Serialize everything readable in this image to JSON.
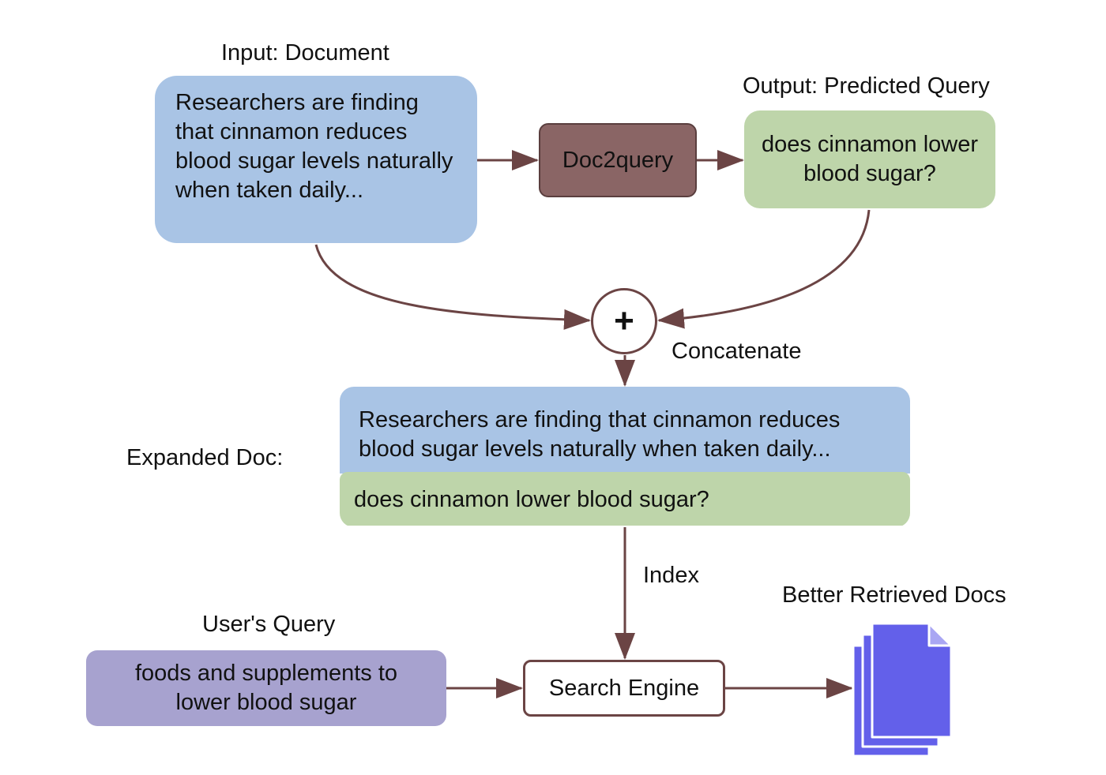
{
  "labels": {
    "input_document": "Input: Document",
    "output_predicted_query": "Output: Predicted Query",
    "concatenate": "Concatenate",
    "expanded_doc": "Expanded Doc:",
    "index": "Index",
    "users_query": "User's Query",
    "better_retrieved_docs": "Better Retrieved Docs"
  },
  "boxes": {
    "document_text": "Researchers are finding that cinnamon reduces blood sugar levels naturally when taken daily...",
    "model": "Doc2query",
    "predicted_query": "does cinnamon lower blood sugar?",
    "expanded_doc_text": "Researchers are finding that cinnamon reduces blood sugar levels naturally when taken daily...",
    "expanded_doc_query": "does cinnamon lower blood sugar?",
    "user_query": "foods and supplements to lower blood sugar",
    "search_engine": "Search Engine"
  },
  "operator": {
    "symbol": "+"
  },
  "icons": {
    "retrieved_docs": "documents-stack-icon"
  },
  "colors": {
    "document": "#a9c4e5",
    "model": "#8a6565",
    "predicted_query": "#bed5aa",
    "user_query": "#a7a2cf",
    "arrow": "#6b4444",
    "docs_icon": "#6360ea"
  }
}
